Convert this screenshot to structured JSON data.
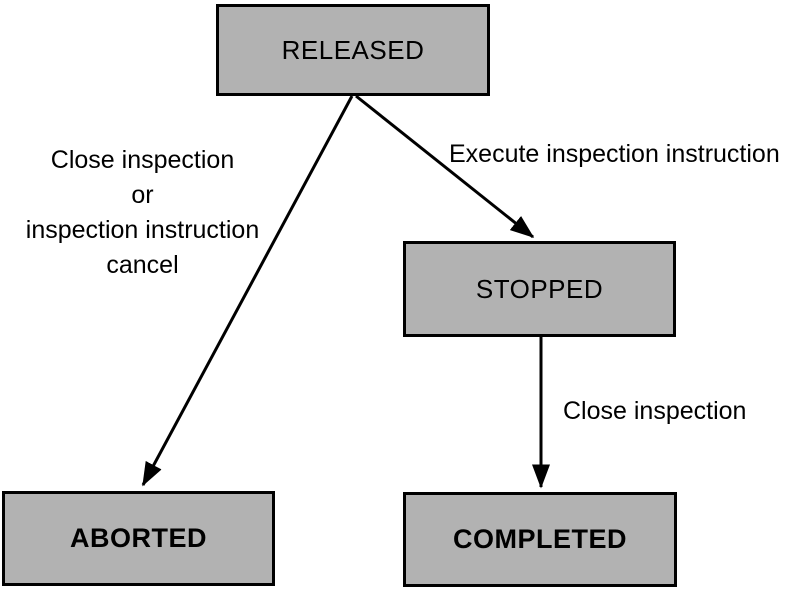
{
  "diagram": {
    "type": "state-transition-diagram",
    "nodes": {
      "released": {
        "label": "RELEASED"
      },
      "stopped": {
        "label": "STOPPED"
      },
      "aborted": {
        "label": "ABORTED"
      },
      "completed": {
        "label": "COMPLETED"
      }
    },
    "edges": {
      "released_to_aborted": {
        "from": "RELEASED",
        "to": "ABORTED",
        "label": "Close inspection\nor\ninspection instruction\ncancel"
      },
      "released_to_stopped": {
        "from": "RELEASED",
        "to": "STOPPED",
        "label": "Execute inspection instruction"
      },
      "stopped_to_completed": {
        "from": "STOPPED",
        "to": "COMPLETED",
        "label": "Close inspection"
      }
    },
    "colors": {
      "node_fill": "#b2b2b2",
      "node_border": "#000000",
      "arrow": "#000000",
      "label_text": "#000000",
      "background": "#ffffff"
    }
  }
}
